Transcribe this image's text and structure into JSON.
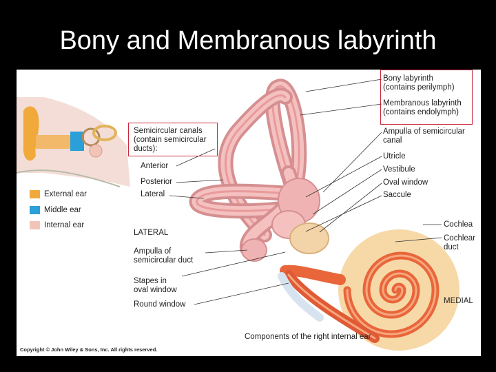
{
  "title": "Bony and Membranous labyrinth",
  "labels": {
    "semicircular_canals": "Semicircular canals",
    "semicircular_canals_2": "(contain semicircular",
    "semicircular_canals_3": "ducts):",
    "anterior": "Anterior",
    "posterior": "Posterior",
    "lateral": "Lateral",
    "lateral_orientation": "LATERAL",
    "ampulla_duct_1": "Ampulla of",
    "ampulla_duct_2": "semicircular duct",
    "stapes_1": "Stapes in",
    "stapes_2": "oval window",
    "round_window": "Round window",
    "bony_labyrinth_1": "Bony labyrinth",
    "bony_labyrinth_2": "(contains perilymph)",
    "membranous_labyrinth_1": "Membranous labyrinth",
    "membranous_labyrinth_2": "(contains endolymph)",
    "ampulla_canal_1": "Ampulla of semicircular",
    "ampulla_canal_2": "canal",
    "utricle": "Utricle",
    "vestibule": "Vestibule",
    "oval_window": "Oval window",
    "saccule": "Saccule",
    "cochlea": "Cochlea",
    "cochlear_duct_1": "Cochlear",
    "cochlear_duct_2": "duct",
    "medial": "MEDIAL",
    "caption": "Components of the right internal ear",
    "copyright": "Copyright © John Wiley & Sons, Inc. All rights reserved."
  },
  "legend": [
    {
      "label": "External ear",
      "color": "#f0a93a"
    },
    {
      "label": "Middle ear",
      "color": "#2a9fd8"
    },
    {
      "label": "Internal ear",
      "color": "#f2c4b8"
    }
  ],
  "colors": {
    "highlight_box": "#c8283a",
    "labyrinth": "#e8a3a6",
    "cochlea": "#e8663a"
  }
}
